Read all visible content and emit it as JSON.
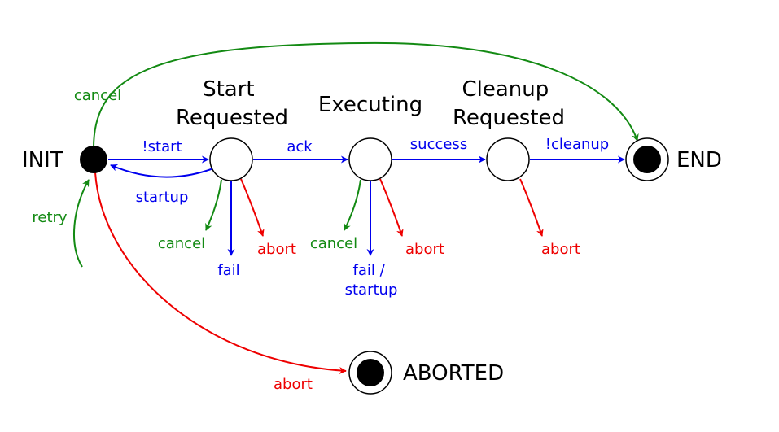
{
  "colors": {
    "primary_path": "#0000ee",
    "cancel": "#138a13",
    "abort": "#ee0000",
    "node": "#000000"
  },
  "states": {
    "init": "INIT",
    "start_requested": [
      "Start",
      "Requested"
    ],
    "executing": "Executing",
    "cleanup_requested": [
      "Cleanup",
      "Requested"
    ],
    "end": "END",
    "aborted": "ABORTED"
  },
  "transitions": {
    "init_to_start": "!start",
    "start_to_init": "startup",
    "start_to_executing": "ack",
    "executing_to_cleanup": "success",
    "cleanup_to_end": "!cleanup",
    "init_to_end": "cancel",
    "retry": "retry",
    "init_to_aborted": "abort",
    "start_cancel": "cancel",
    "start_fail": "fail",
    "start_abort": "abort",
    "exec_cancel": "cancel",
    "exec_fail": [
      "fail /",
      "startup"
    ],
    "exec_abort": "abort",
    "cleanup_abort": "abort"
  }
}
